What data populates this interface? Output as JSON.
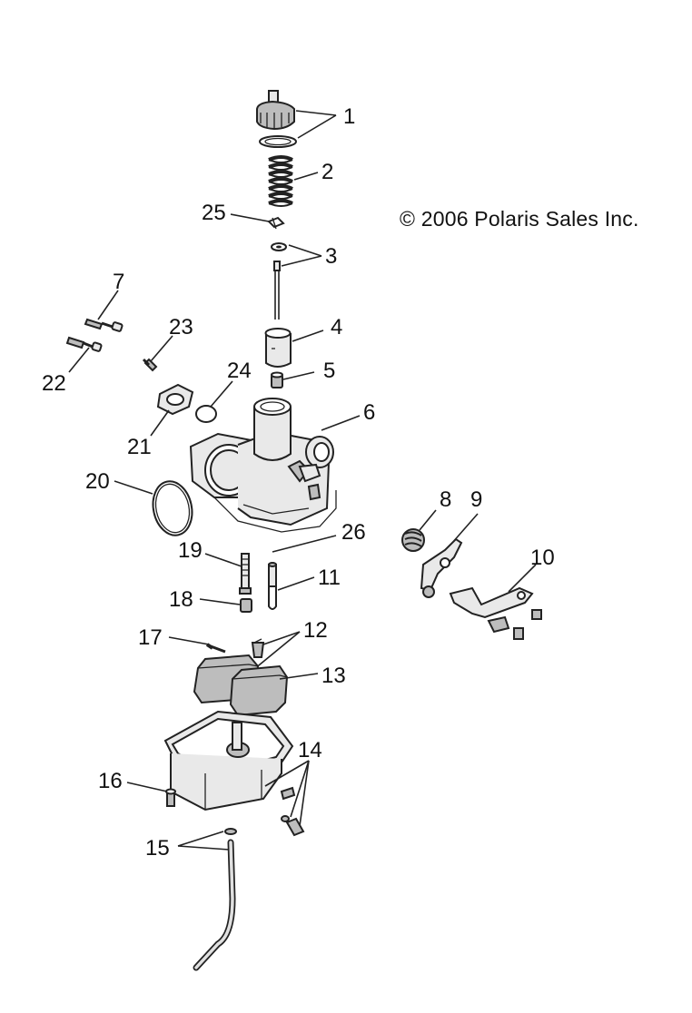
{
  "copyright": "© 2006 Polaris Sales Inc.",
  "callouts": [
    "1",
    "2",
    "3",
    "4",
    "5",
    "6",
    "7",
    "8",
    "9",
    "10",
    "11",
    "12",
    "13",
    "14",
    "15",
    "16",
    "17",
    "18",
    "19",
    "20",
    "21",
    "22",
    "23",
    "24",
    "25",
    "26"
  ]
}
